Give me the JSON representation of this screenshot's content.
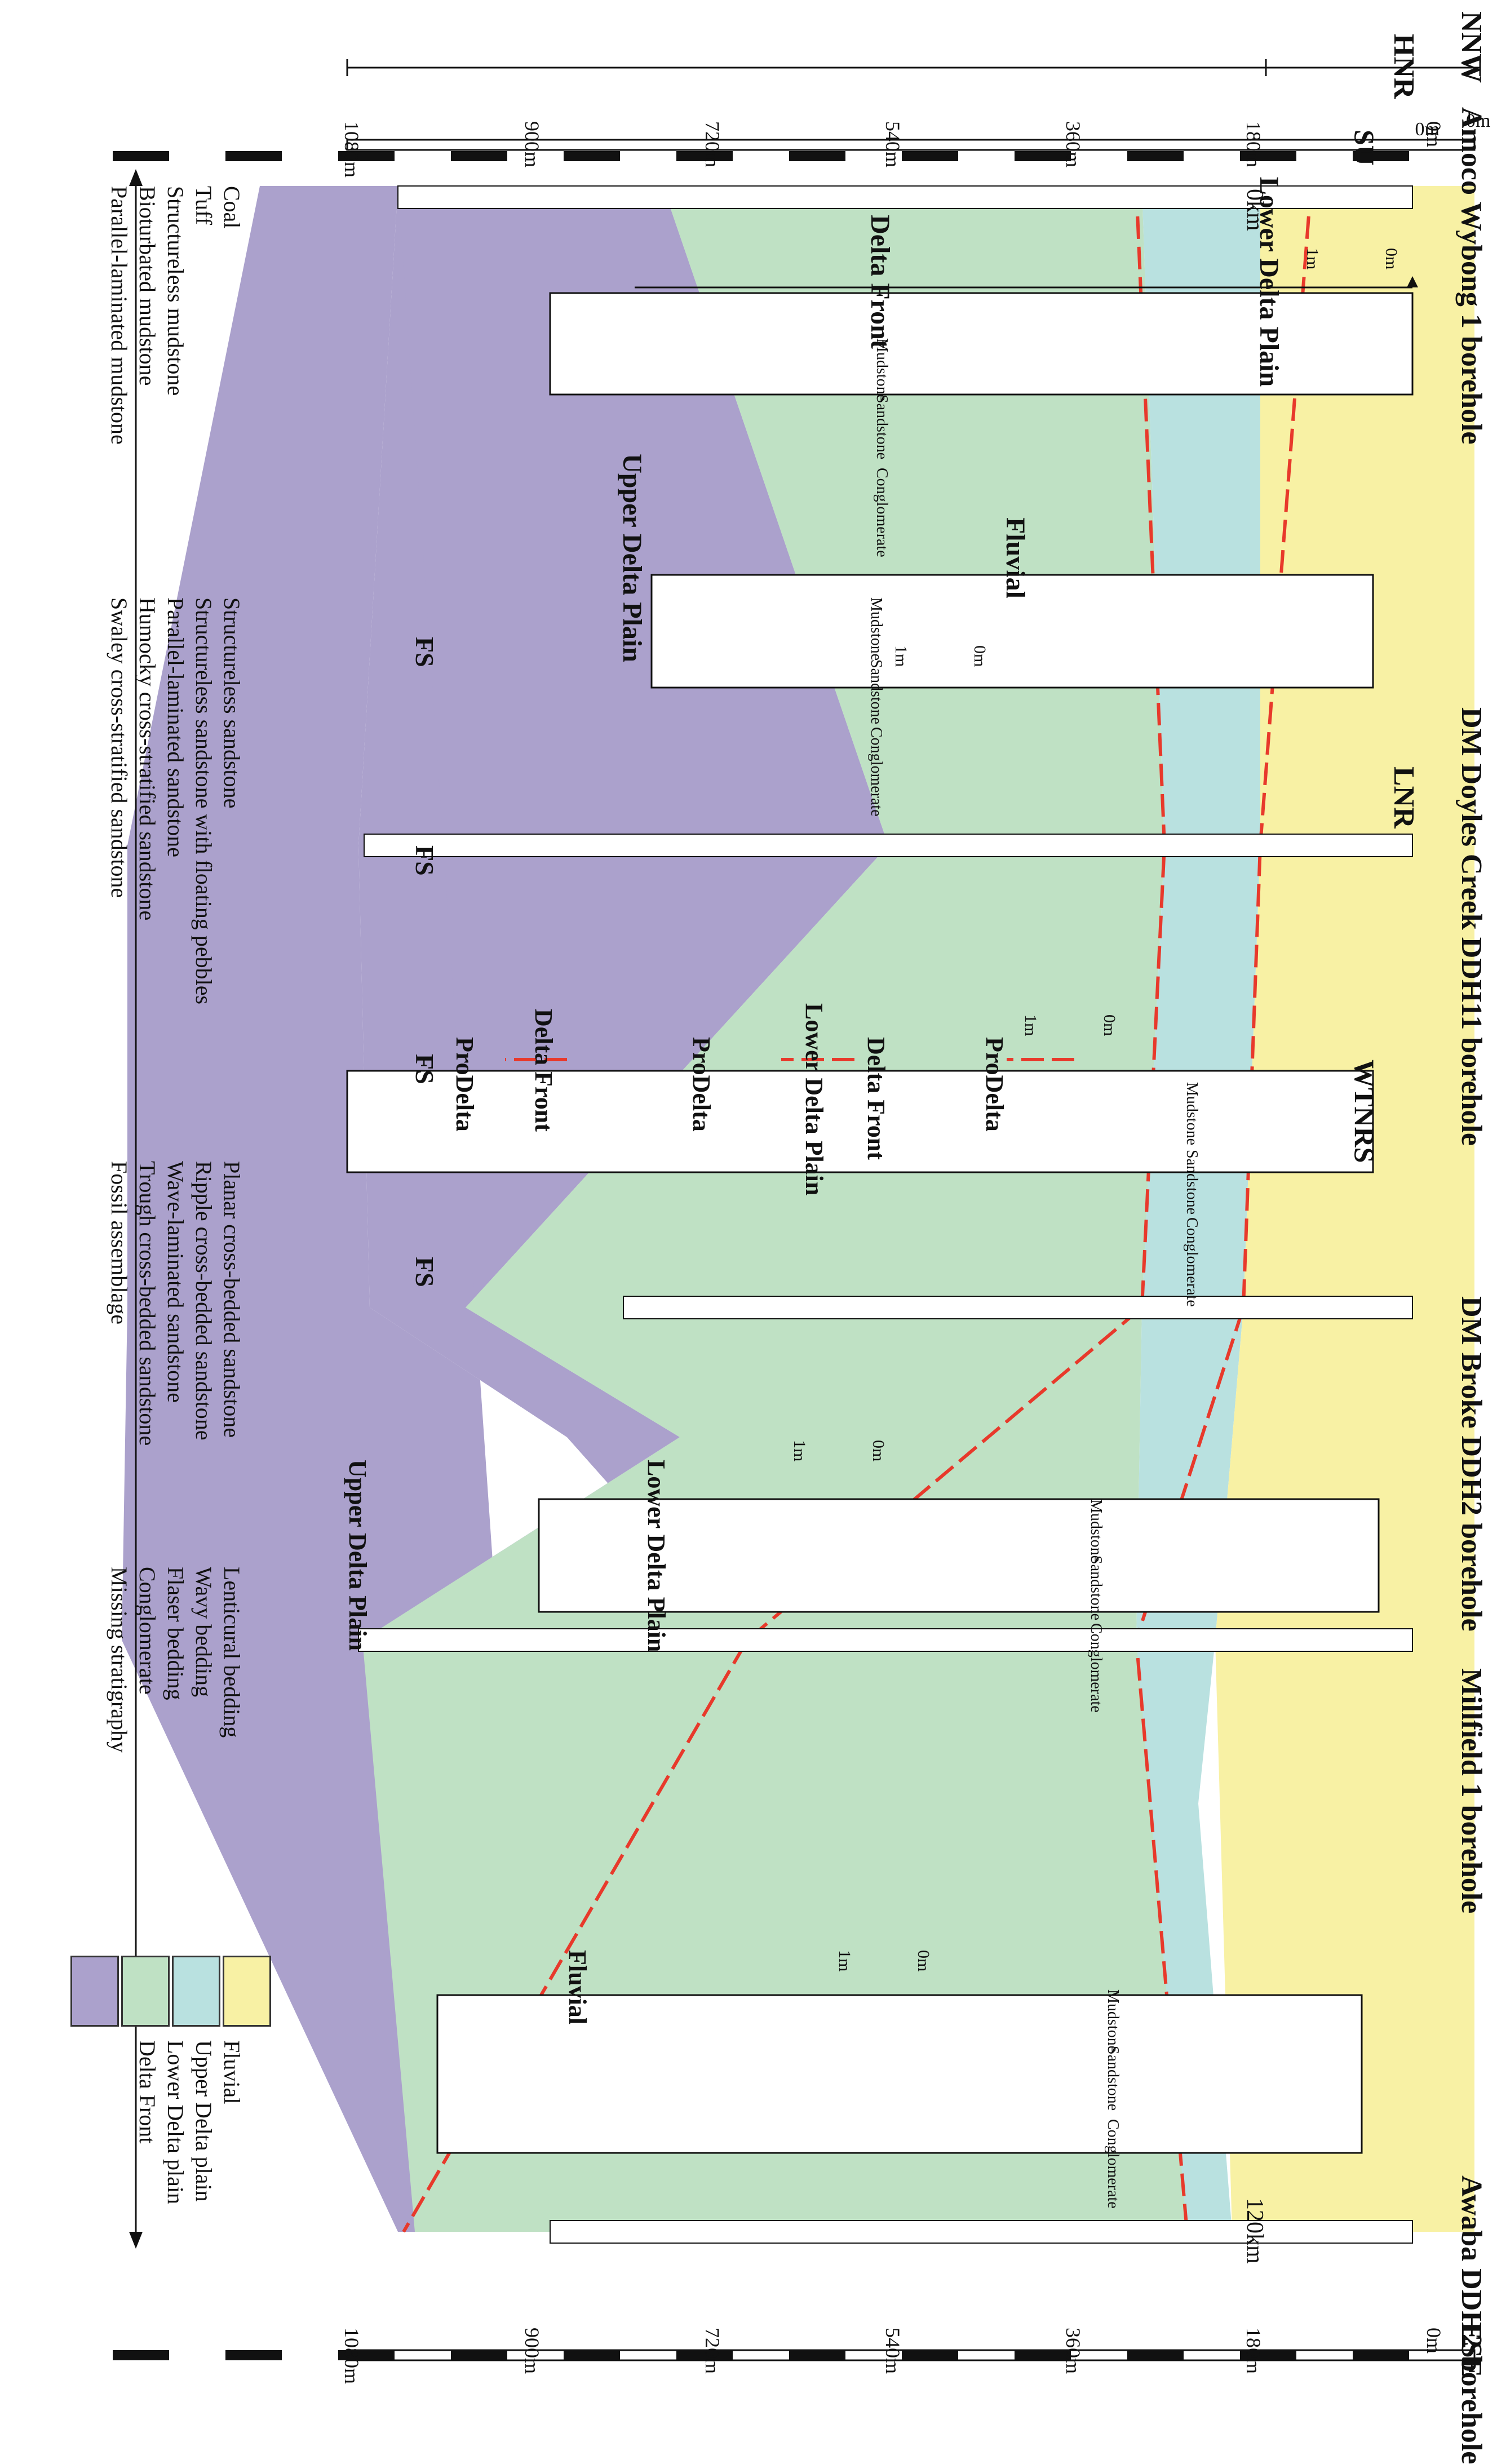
{
  "orientation": {
    "nnw": "NNW",
    "ese": "ESE"
  },
  "top_ruler": {
    "hnr": "HNR",
    "lnr": "LNR"
  },
  "depth_scale": {
    "top_labels": [
      "0m",
      "180m",
      "360m",
      "540m",
      "720m",
      "900m",
      "1080m"
    ],
    "bottom_labels": [
      "0m",
      "180m",
      "360m",
      "540m",
      "720m",
      "900m",
      "1080m"
    ]
  },
  "distance": {
    "start": "0km",
    "end": "120km"
  },
  "surfaces": {
    "su": "SU",
    "wtnrs": "WTNRS",
    "fs": "FS"
  },
  "boreholes": [
    "Amoco Wybong 1 borehole",
    "DM Doyles Creek DDH11 borehole",
    "DM Broke DDH2 borehole",
    "Millfield 1 borehole",
    "Awaba DDH2 borehole"
  ],
  "logs": [
    {
      "scale": {
        "zero": "0m",
        "one": "1m"
      },
      "facies": [
        "Delta Front",
        "Lower Delta Plain"
      ],
      "grain_labels": [
        "Mudstone",
        "Sandstone",
        "Conglomerate"
      ]
    },
    {
      "scale": {
        "zero": "0m",
        "one": "1m"
      },
      "facies": [
        "Upper Delta Plain",
        "Fluvial"
      ],
      "grain_labels": [
        "Mudstone",
        "Sandstone",
        "Conglomerate"
      ]
    },
    {
      "scale": {
        "zero": "0m",
        "one": "1m"
      },
      "facies": [
        "ProDelta",
        "Delta Front",
        "Lower Delta Plain",
        "ProDelta",
        "Delta Front",
        "ProDelta"
      ],
      "grain_labels": [
        "Mudstone",
        "Sandstone",
        "Conglomerate"
      ]
    },
    {
      "scale": {
        "zero": "0m",
        "one": "1m"
      },
      "facies": [
        "Lower Delta Plain",
        "Upper Delta Plain"
      ],
      "grain_labels": [
        "Mudstone",
        "Sandstone",
        "Conglomerate"
      ]
    },
    {
      "scale": {
        "zero": "0m",
        "one": "1m"
      },
      "facies": [
        "Fluvial"
      ],
      "grain_labels": [
        "Mudstone",
        "Sandstone",
        "Conglomerate"
      ]
    }
  ],
  "legend": {
    "col1": [
      "Coal",
      "Tuff",
      "Structureless mudstone",
      "Bioturbated mudstone",
      "Parallel-laminated mudstone"
    ],
    "col2": [
      "Structureless sandstone",
      "Structureless sandstone with floating pebbles",
      "Parallel-laminated sandstone",
      "Humocky cross-stratified sandstone",
      "Swaley cross-stratified sandstone"
    ],
    "col3": [
      "Planar cross-bedded sandstone",
      "Ripple cross-bedded sandstone",
      "Wave-laminated sandstone",
      "Trough cross-bedded sandstone",
      "Fossil assemblage"
    ],
    "col4": [
      "Lenticural bedding",
      "Wavy bedding",
      "Flaser bedding",
      "Conglomerate",
      "Missing stratigraphy"
    ],
    "col5": [
      "Fluvial",
      "Upper Delta plain",
      "Lower Delta plain",
      "Delta Front"
    ]
  },
  "colors": {
    "fluvial": "#f8f1a4",
    "upper_delta_plain": "#b9e1e0",
    "lower_delta_plain": "#bfe1c4",
    "delta_front": "#aba1cc",
    "red_line": "#e8392b"
  }
}
